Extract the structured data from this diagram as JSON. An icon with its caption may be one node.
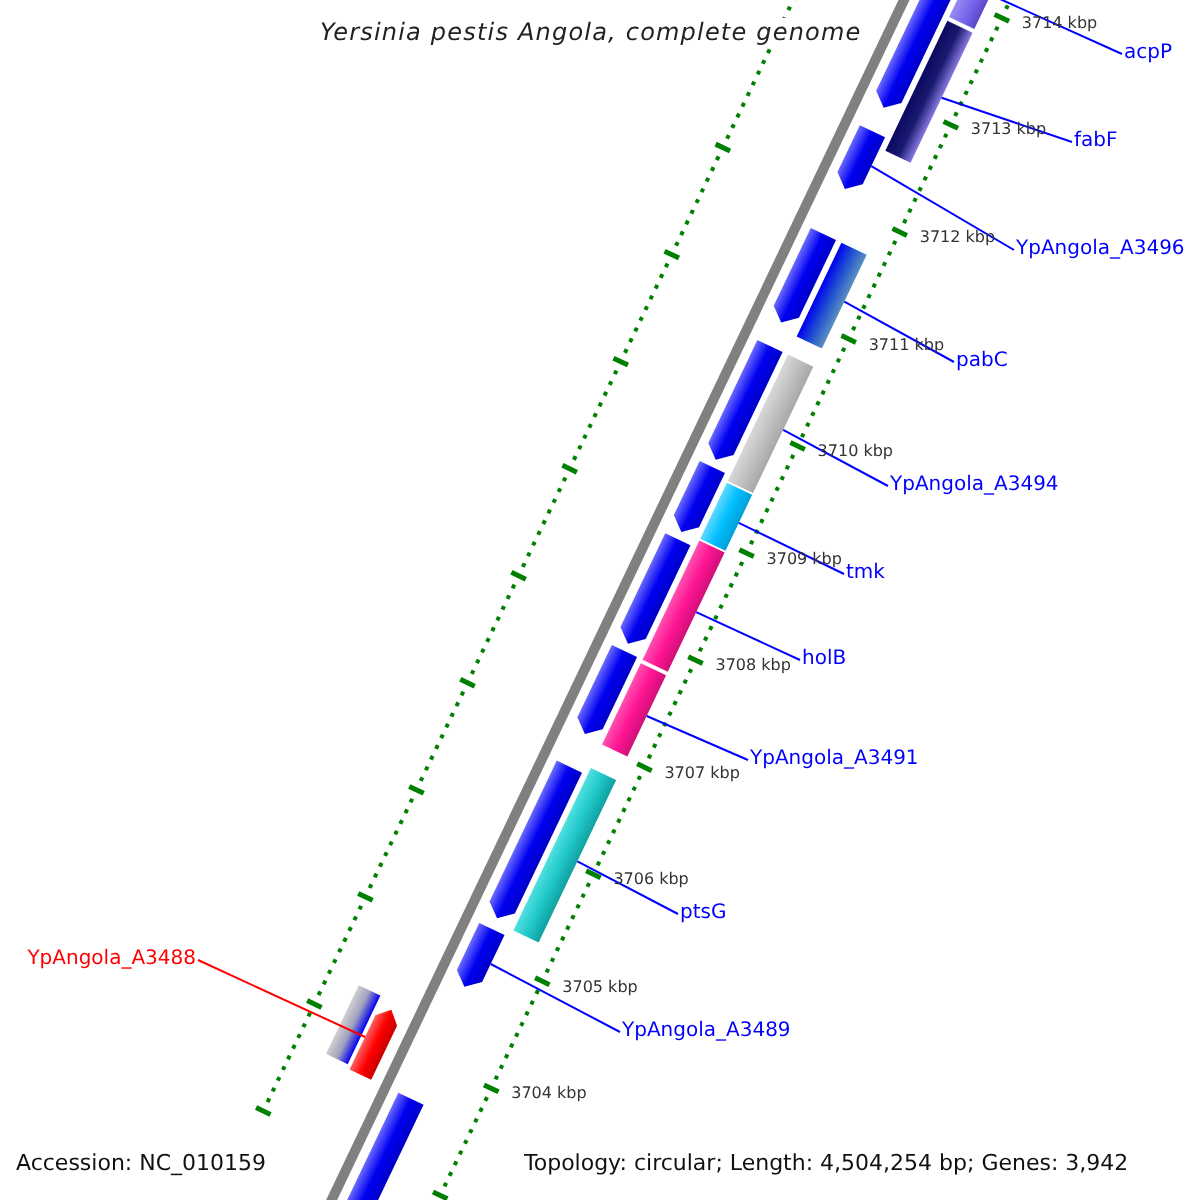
{
  "diagram": {
    "title": "Yersinia pestis Angola, complete genome",
    "nodes": [
      {
        "text": [
          "acpP"
        ]
      },
      {
        "text": [
          "fabF"
        ]
      },
      {
        "text": [
          "YpAngola_A3496"
        ]
      },
      {
        "text": [
          "pabC"
        ]
      },
      {
        "text": [
          "YpAngola_A3494"
        ]
      },
      {
        "text": [
          "tmk"
        ]
      },
      {
        "text": [
          "holB"
        ]
      },
      {
        "text": [
          "YpAngola_A3491"
        ]
      },
      {
        "text": [
          "ptsG"
        ]
      },
      {
        "text": [
          "YpAngola_A3488"
        ]
      },
      {
        "text": [
          "YpAngola_A3489"
        ]
      },
      {
        "text": [],
        "shape": "bar"
      },
      {
        "text": [],
        "shape": "bar"
      },
      {
        "text": [],
        "shape": "arrow"
      },
      {
        "text": [],
        "shape": "bar"
      },
      {
        "text": [],
        "shape": "bar"
      },
      {
        "text": [],
        "shape": "bar"
      },
      {
        "text": [],
        "shape": "bar"
      },
      {
        "text": [],
        "shape": "bar"
      },
      {
        "text": [],
        "shape": "bar"
      },
      {
        "text": [],
        "shape": "arrow"
      },
      {
        "text": [],
        "shape": "arrow"
      }
    ],
    "edges": [
      {
        "from": 0,
        "to": 11,
        "arrow": "none"
      },
      {
        "from": 1,
        "to": 12,
        "arrow": "none"
      },
      {
        "from": 2,
        "to": 13,
        "arrow": "none"
      },
      {
        "from": 3,
        "to": 14,
        "arrow": "none"
      },
      {
        "from": 4,
        "to": 15,
        "arrow": "none"
      },
      {
        "from": 5,
        "to": 16,
        "arrow": "none"
      },
      {
        "from": 6,
        "to": 17,
        "arrow": "none"
      },
      {
        "from": 7,
        "to": 18,
        "arrow": "none"
      },
      {
        "from": 8,
        "to": 19,
        "arrow": "none"
      },
      {
        "from": 9,
        "to": 20,
        "arrow": "none",
        "color": "#ff0000"
      },
      {
        "from": 10,
        "to": 21,
        "arrow": "none"
      }
    ],
    "labels": [
      "3714 kbp",
      "3713 kbp",
      "3712 kbp",
      "3711 kbp",
      "3710 kbp",
      "3709 kbp",
      "3708 kbp",
      "3707 kbp",
      "3706 kbp",
      "3705 kbp",
      "3704 kbp",
      "Accession: NC_010159",
      "Topology: circular; Length: 4,504,254 bp; Genes: 3,942"
    ]
  }
}
